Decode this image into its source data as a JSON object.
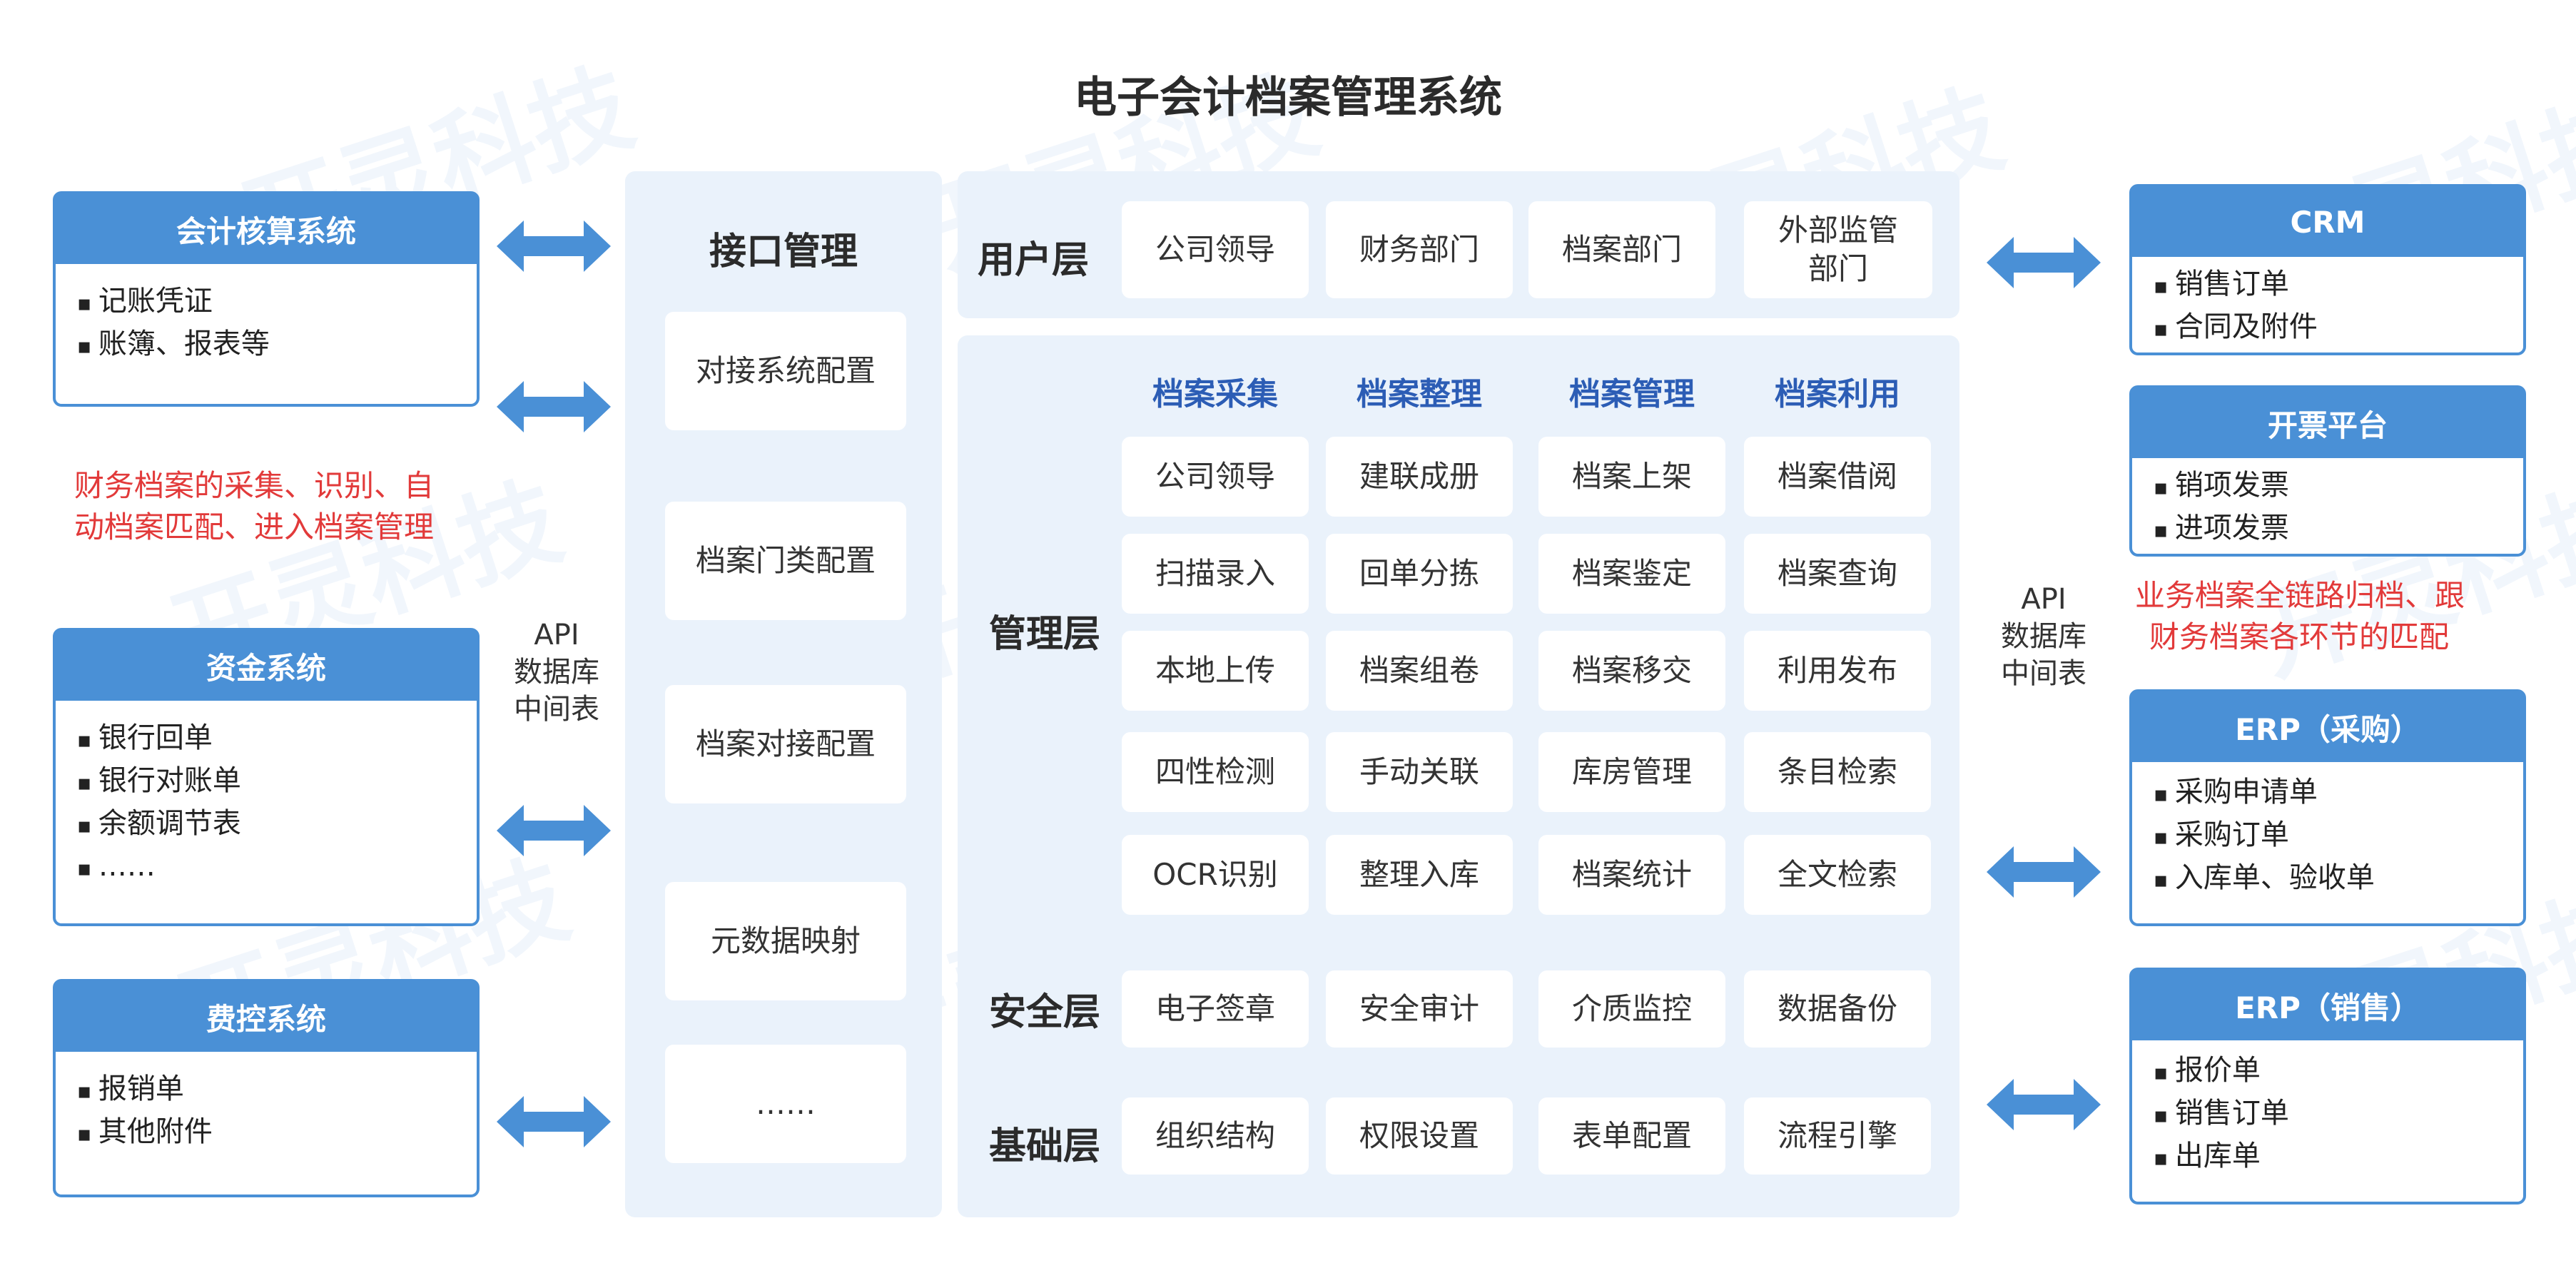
{
  "title": "电子会计档案管理系统",
  "watermark": "开灵科技",
  "colors": {
    "accent": "#4a90d6",
    "panel_bg": "#eaf2fb",
    "column_header": "#2c5db5",
    "note_red": "#e23a3a"
  },
  "left_systems": [
    {
      "title": "会计核算系统",
      "items": [
        "记账凭证",
        "账簿、报表等"
      ]
    },
    {
      "title": "资金系统",
      "items": [
        "银行回单",
        "银行对账单",
        "余额调节表",
        "……"
      ]
    },
    {
      "title": "费控系统",
      "items": [
        "报销单",
        "其他附件"
      ]
    }
  ],
  "left_note": [
    "财务档案的采集、识别、自",
    "动档案匹配、进入档案管理"
  ],
  "left_api": [
    "API",
    "数据库",
    "中间表"
  ],
  "interface": {
    "title": "接口管理",
    "items": [
      "对接系统配置",
      "档案门类配置",
      "档案对接配置",
      "元数据映射",
      "……"
    ]
  },
  "user_layer": {
    "label": "用户层",
    "items": [
      "公司领导",
      "财务部门",
      "档案部门",
      "外部监管部门"
    ]
  },
  "management_layer": {
    "label": "管理层",
    "columns": [
      {
        "title": "档案采集",
        "items": [
          "公司领导",
          "扫描录入",
          "本地上传",
          "四性检测",
          "OCR识别"
        ]
      },
      {
        "title": "档案整理",
        "items": [
          "建联成册",
          "回单分拣",
          "档案组卷",
          "手动关联",
          "整理入库"
        ]
      },
      {
        "title": "档案管理",
        "items": [
          "档案上架",
          "档案鉴定",
          "档案移交",
          "库房管理",
          "档案统计"
        ]
      },
      {
        "title": "档案利用",
        "items": [
          "档案借阅",
          "档案查询",
          "利用发布",
          "条目检索",
          "全文检索"
        ]
      }
    ]
  },
  "security_layer": {
    "label": "安全层",
    "items": [
      "电子签章",
      "安全审计",
      "介质监控",
      "数据备份"
    ]
  },
  "base_layer": {
    "label": "基础层",
    "items": [
      "组织结构",
      "权限设置",
      "表单配置",
      "流程引擎"
    ]
  },
  "right_systems": [
    {
      "title": "CRM",
      "items": [
        "销售订单",
        "合同及附件"
      ]
    },
    {
      "title": "开票平台",
      "items": [
        "销项发票",
        "进项发票"
      ]
    },
    {
      "title": "ERP（采购）",
      "items": [
        "采购申请单",
        "采购订单",
        "入库单、验收单"
      ]
    },
    {
      "title": "ERP（销售）",
      "items": [
        "报价单",
        "销售订单",
        "出库单"
      ]
    }
  ],
  "right_note": [
    "业务档案全链路归档、跟",
    "财务档案各环节的匹配"
  ],
  "right_api": [
    "API",
    "数据库",
    "中间表"
  ]
}
